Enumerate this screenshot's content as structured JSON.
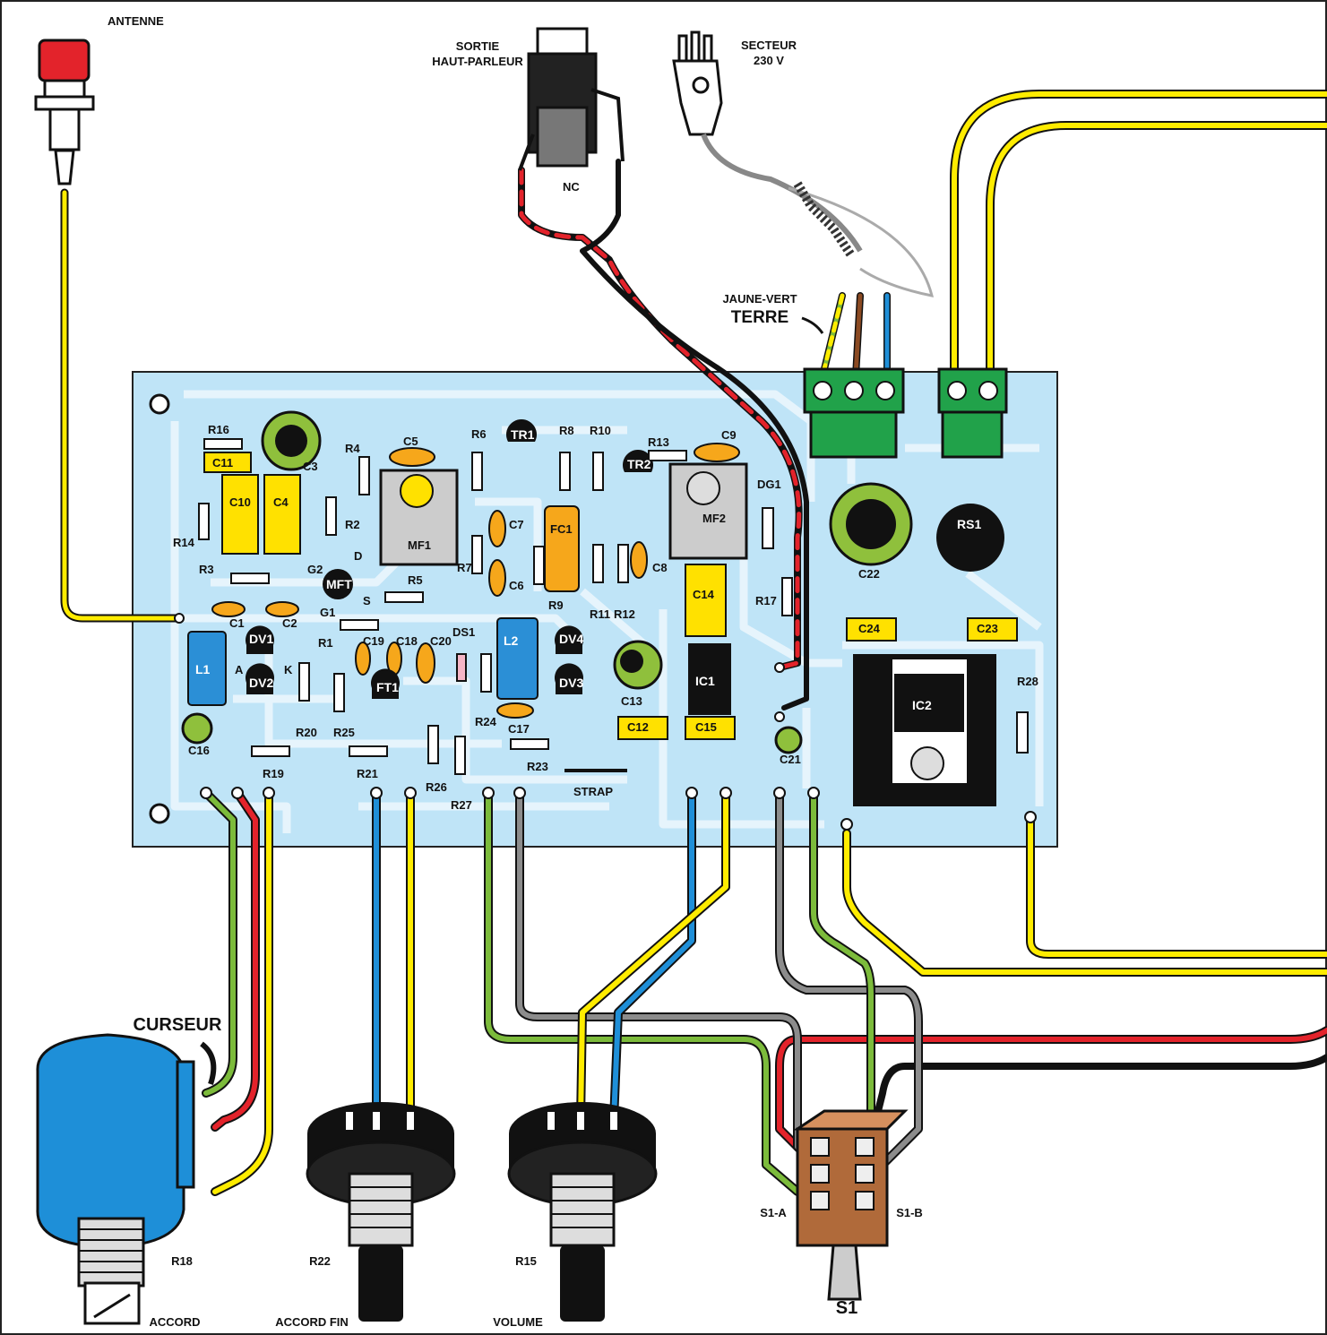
{
  "external": {
    "antenna": "ANTENNE",
    "speaker_line1": "SORTIE",
    "speaker_line2": "HAUT-PARLEUR",
    "nc": "NC",
    "mains_line1": "SECTEUR",
    "mains_line2": "230 V",
    "earth_line1": "JAUNE-VERT",
    "earth_line2": "TERRE",
    "cursor": "CURSEUR",
    "r18": "R18",
    "r22": "R22",
    "r15": "R15",
    "accord": "ACCORD",
    "accord_fin": "ACCORD FIN",
    "volume": "VOLUME",
    "s1": "S1",
    "s1a": "S1-A",
    "s1b": "S1-B",
    "strap": "STRAP"
  },
  "components": {
    "R16": "R16",
    "C11": "C11",
    "C3": "C3",
    "C10": "C10",
    "C4": "C4",
    "R14": "R14",
    "R4": "R4",
    "R2": "R2",
    "R3": "R3",
    "C5": "C5",
    "MF1": "MF1",
    "MFT": "MFT",
    "G2": "G2",
    "G1": "G1",
    "D": "D",
    "S": "S",
    "R5": "R5",
    "C1": "C1",
    "C2": "C2",
    "R1": "R1",
    "L1": "L1",
    "DV1": "DV1",
    "DV2": "DV2",
    "R20": "R20",
    "R25": "R25",
    "C19": "C19",
    "C18": "C18",
    "C20": "C20",
    "FT1": "FT1",
    "DS1": "DS1",
    "R6": "R6",
    "TR1": "TR1",
    "R8": "R8",
    "R10": "R10",
    "R13": "R13",
    "TR2": "TR2",
    "C9": "C9",
    "MF2": "MF2",
    "DG1": "DG1",
    "C7": "C7",
    "FC1": "FC1",
    "R7": "R7",
    "C6": "C6",
    "R9": "R9",
    "R11": "R11",
    "R12": "R12",
    "C8": "C8",
    "C14": "C14",
    "R17": "R17",
    "C22": "C22",
    "RS1": "RS1",
    "L2": "L2",
    "R24": "R24",
    "DV4": "DV4",
    "DV3": "DV3",
    "C17": "C17",
    "C13": "C13",
    "C12": "C12",
    "IC1": "IC1",
    "C15": "C15",
    "C24": "C24",
    "C23": "C23",
    "IC2": "IC2",
    "R28": "R28",
    "C16": "C16",
    "R19": "R19",
    "R21": "R21",
    "R26": "R26",
    "R27": "R27",
    "R23": "R23",
    "C21": "C21",
    "A": "A",
    "K": "K"
  },
  "colors": {
    "pcb": "#bfe4f7",
    "pcb_trace": "#e6f4fc",
    "wire_yellow": "#ffec00",
    "wire_red": "#e3232b",
    "wire_green": "#7cbb3b",
    "wire_blue": "#1f8fd8",
    "wire_gray": "#8c8c8c",
    "wire_black": "#111111",
    "cap_yellow": "#ffe100",
    "cap_orange": "#f6a71b",
    "electrolytic_green": "#8fc03c",
    "terminal_green": "#21a24a",
    "coil_blue": "#2b8fd6",
    "pot_blue": "#1e8fd8",
    "switch_brown": "#b06a3a"
  }
}
